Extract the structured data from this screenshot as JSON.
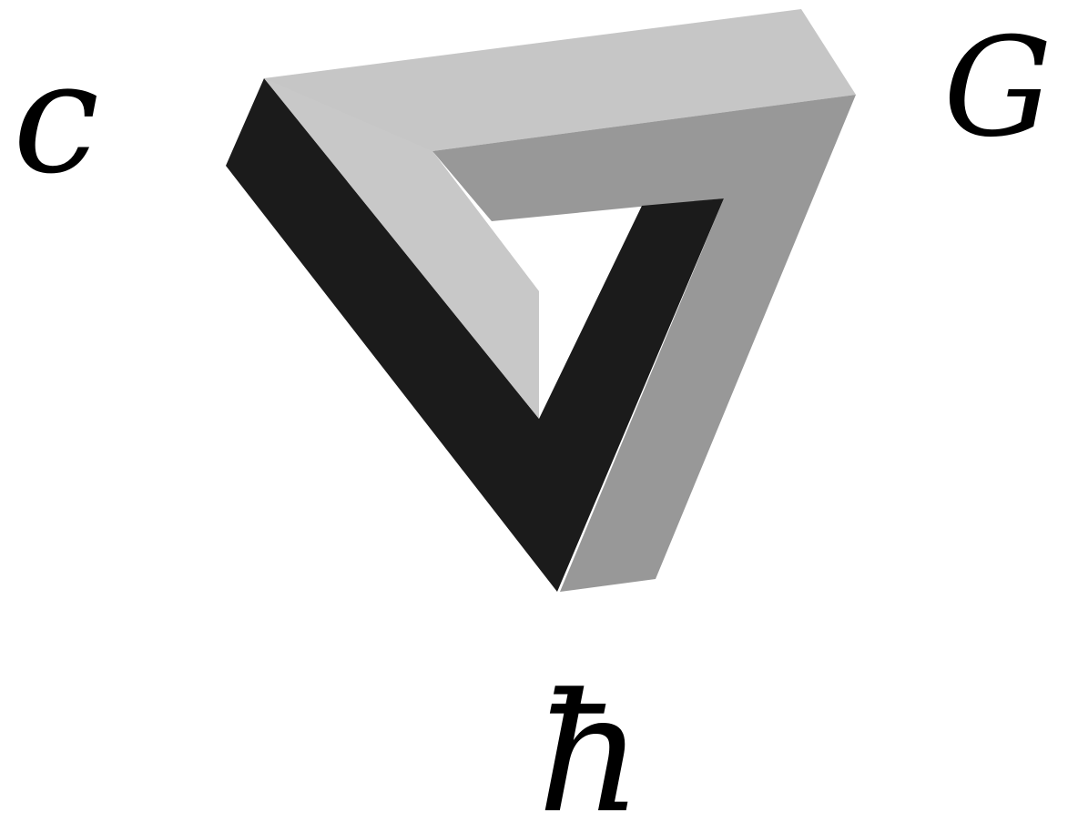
{
  "labels": {
    "left": "c",
    "right": "G",
    "bottom": "ħ"
  },
  "colors": {
    "background": "#ffffff",
    "text": "#000000",
    "face_light": "#c6c6c6",
    "face_mid": "#989898",
    "face_dark": "#1b1b1b"
  }
}
